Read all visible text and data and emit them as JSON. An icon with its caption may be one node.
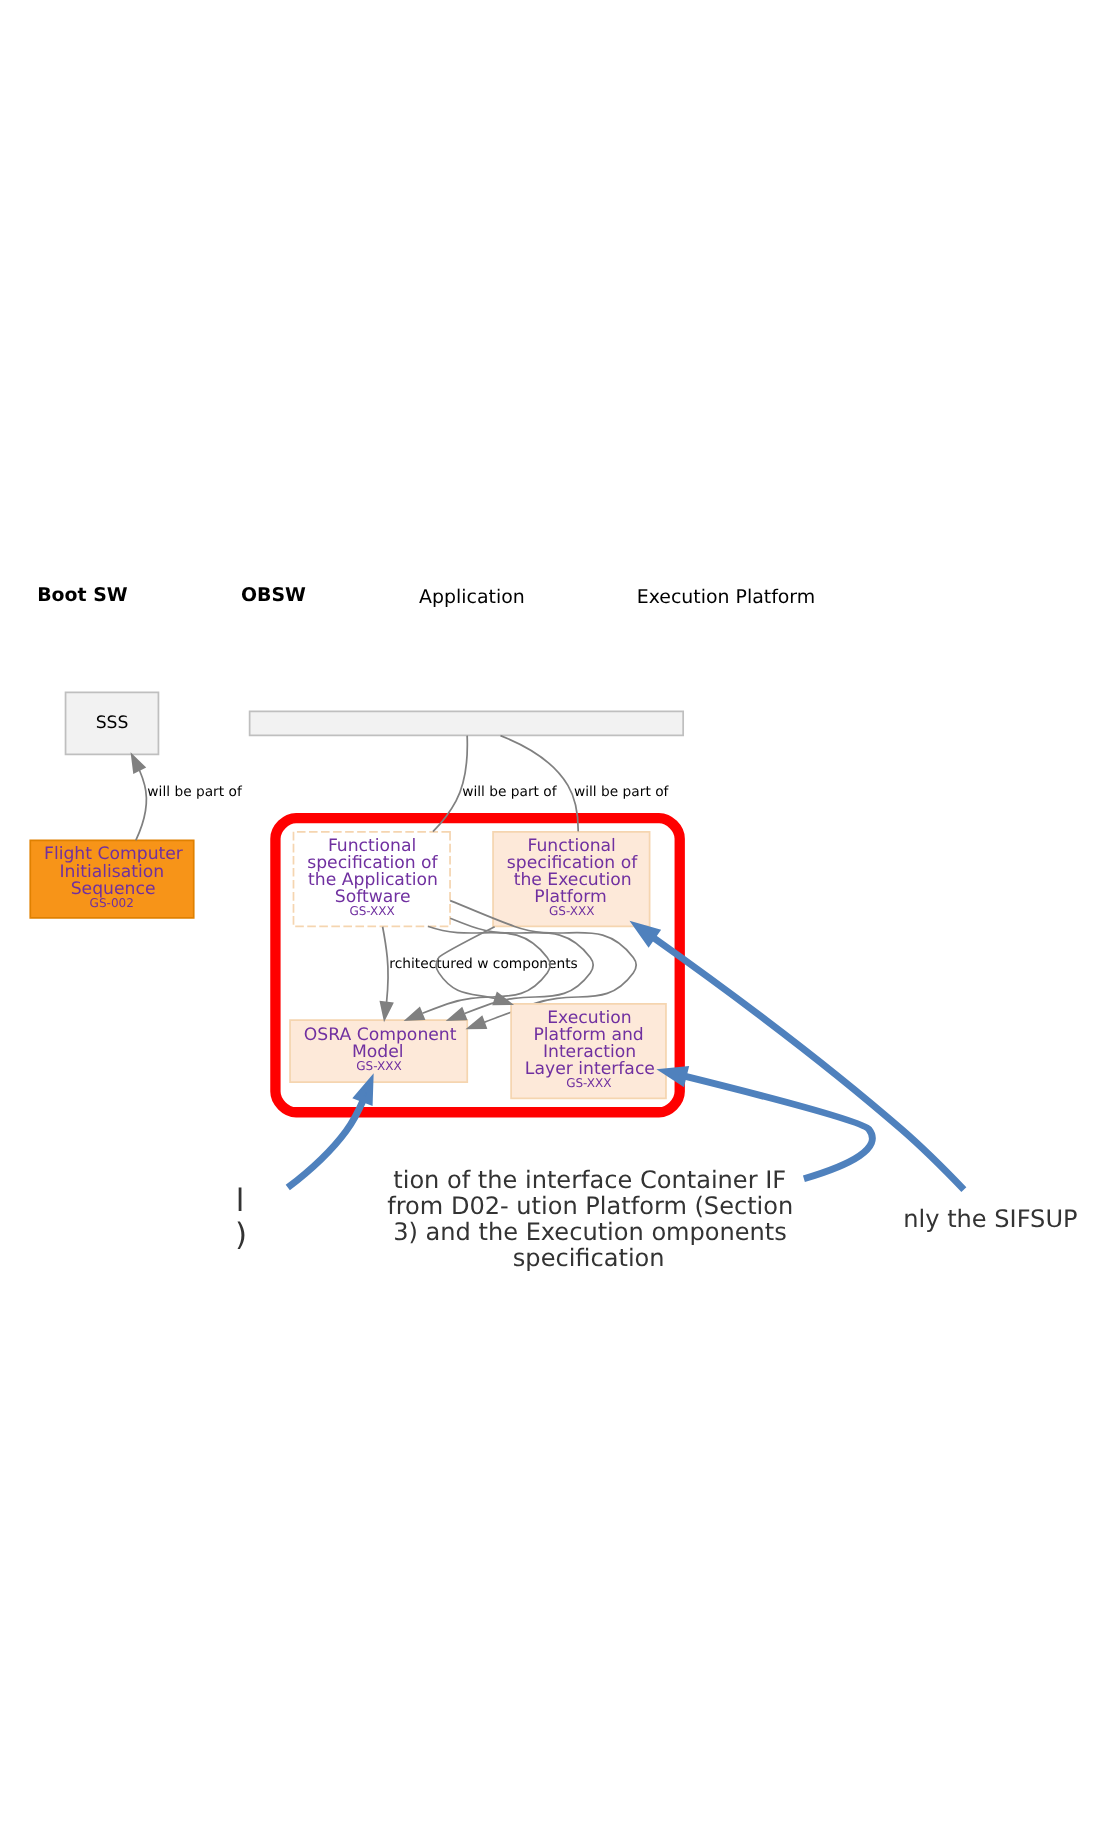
{
  "diagram": {
    "nodes": [
      {
        "text": [
          "SSS"
        ]
      },
      {
        "text": [
          "Flight Computer Initialisation Sequence",
          "GS-002"
        ]
      },
      {
        "text": [],
        "shape": "bar"
      },
      {
        "text": [],
        "shape": "ellipse"
      },
      {
        "text": [
          "Functional specification of the Application Software",
          "GS-XXX"
        ],
        "in": 3
      },
      {
        "text": [
          "Functional specification of the Execution Platform",
          "GS-XXX"
        ],
        "in": 3
      },
      {
        "text": [
          "OSRA Component Model",
          "GS-XXX"
        ],
        "in": 3
      },
      {
        "text": [
          "Execution Platform and Interaction Layer interface",
          "GS-XXX"
        ],
        "in": 3
      },
      {
        "text": [
          "l",
          ")"
        ]
      },
      {
        "text": [
          "tion of the interface Container IF from D02- ution Platform (Section 3) and the Execution omponents specification"
        ]
      },
      {
        "text": [
          "nly the SIFSUP"
        ]
      }
    ],
    "edges": [
      {
        "from": 1,
        "to": 0,
        "arrow": "to",
        "label": "will be part of"
      },
      {
        "from": 4,
        "to": 2,
        "arrow": "none",
        "label": "will be part of"
      },
      {
        "from": 5,
        "to": 2,
        "arrow": "none",
        "label": "will be part of"
      },
      {
        "from": 4,
        "to": 6,
        "arrow": "to",
        "label": "rchitectured w components"
      },
      {
        "from": 4,
        "to": 6,
        "arrow": "to"
      },
      {
        "from": 4,
        "to": 6,
        "arrow": "to"
      },
      {
        "from": 4,
        "to": 6,
        "arrow": "to"
      },
      {
        "from": 5,
        "to": 7,
        "arrow": "to"
      },
      {
        "from": 8,
        "to": 6,
        "arrow": "to",
        "style": "thick",
        "color": "#4f81bd"
      },
      {
        "from": 9,
        "to": 7,
        "arrow": "to",
        "style": "thick",
        "color": "#4f81bd"
      },
      {
        "from": 10,
        "to": 5,
        "arrow": "to",
        "style": "thick",
        "color": "#4f81bd"
      }
    ],
    "labels": [
      "Boot SW",
      "OBSW",
      "Application",
      "Execution Platform"
    ]
  }
}
